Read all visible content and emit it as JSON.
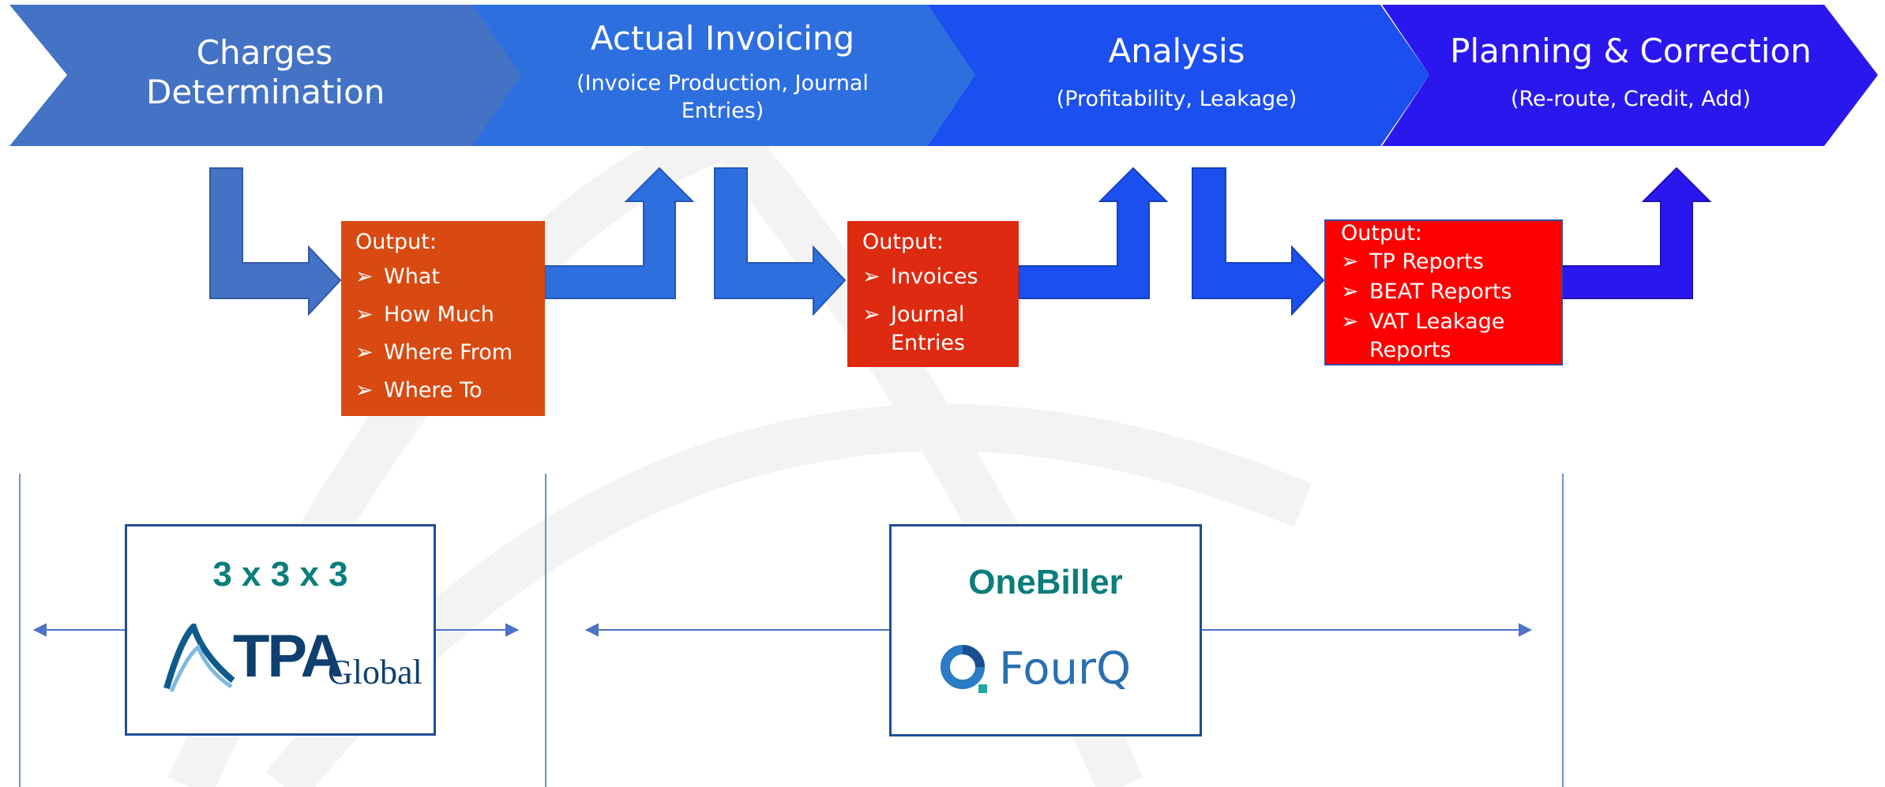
{
  "stages": [
    {
      "title": "Charges Determination",
      "subtitle": ""
    },
    {
      "title": "Actual Invoicing",
      "subtitle": "(Invoice Production, Journal Entries)"
    },
    {
      "title": "Analysis",
      "subtitle": "(Profitability, Leakage)"
    },
    {
      "title": "Planning & Correction",
      "subtitle": "(Re-route, Credit, Add)"
    }
  ],
  "outputs": [
    {
      "header": "Output:",
      "items": [
        "What",
        "How Much",
        "Where From",
        "Where To"
      ]
    },
    {
      "header": "Output:",
      "items": [
        "Invoices",
        "Journal Entries"
      ]
    },
    {
      "header": "Output:",
      "items": [
        "TP Reports",
        "BEAT Reports",
        "VAT Leakage Reports"
      ]
    }
  ],
  "bullet_symbol": "➢",
  "products": [
    {
      "title": "3 x 3 x 3",
      "logo_main": "TPA",
      "logo_suffix": "Global"
    },
    {
      "title": "OneBiller",
      "logo_main": "FourQ",
      "logo_suffix": ""
    }
  ],
  "colors": {
    "stage_1": "#4472c4",
    "stage_2": "#2e6fe0",
    "stage_3": "#1b4ff0",
    "stage_4": "#2a17ee",
    "output_1": "#d84a12",
    "output_2": "#dd2a10",
    "output_3": "#ff0000",
    "product_title": "#0b7d7a",
    "card_border": "#1f4e96"
  }
}
